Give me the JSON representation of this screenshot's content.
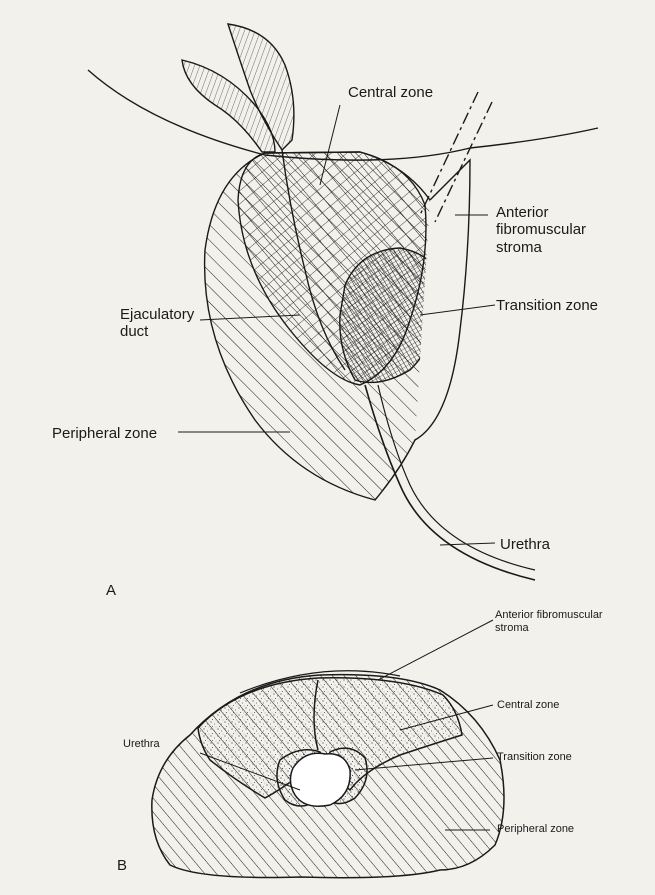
{
  "figure_a": {
    "panel_label": "A",
    "labels": {
      "central_zone": "Central zone",
      "anterior_fibromuscular_stroma": [
        "Anterior",
        "fibromuscular",
        "stroma"
      ],
      "transition_zone": "Transition zone",
      "ejaculatory_duct": [
        "Ejaculatory",
        "duct"
      ],
      "peripheral_zone": "Peripheral zone",
      "urethra": "Urethra"
    }
  },
  "figure_b": {
    "panel_label": "B",
    "labels": {
      "anterior_fibromuscular_stroma": [
        "Anterior fibromuscular",
        "stroma"
      ],
      "urethra": "Urethra",
      "central_zone": "Central zone",
      "transition_zone": "Transition zone",
      "peripheral_zone": "Peripheral zone"
    }
  },
  "colors": {
    "ink": "#1a1a1a",
    "paper": "#f3f1ec"
  }
}
